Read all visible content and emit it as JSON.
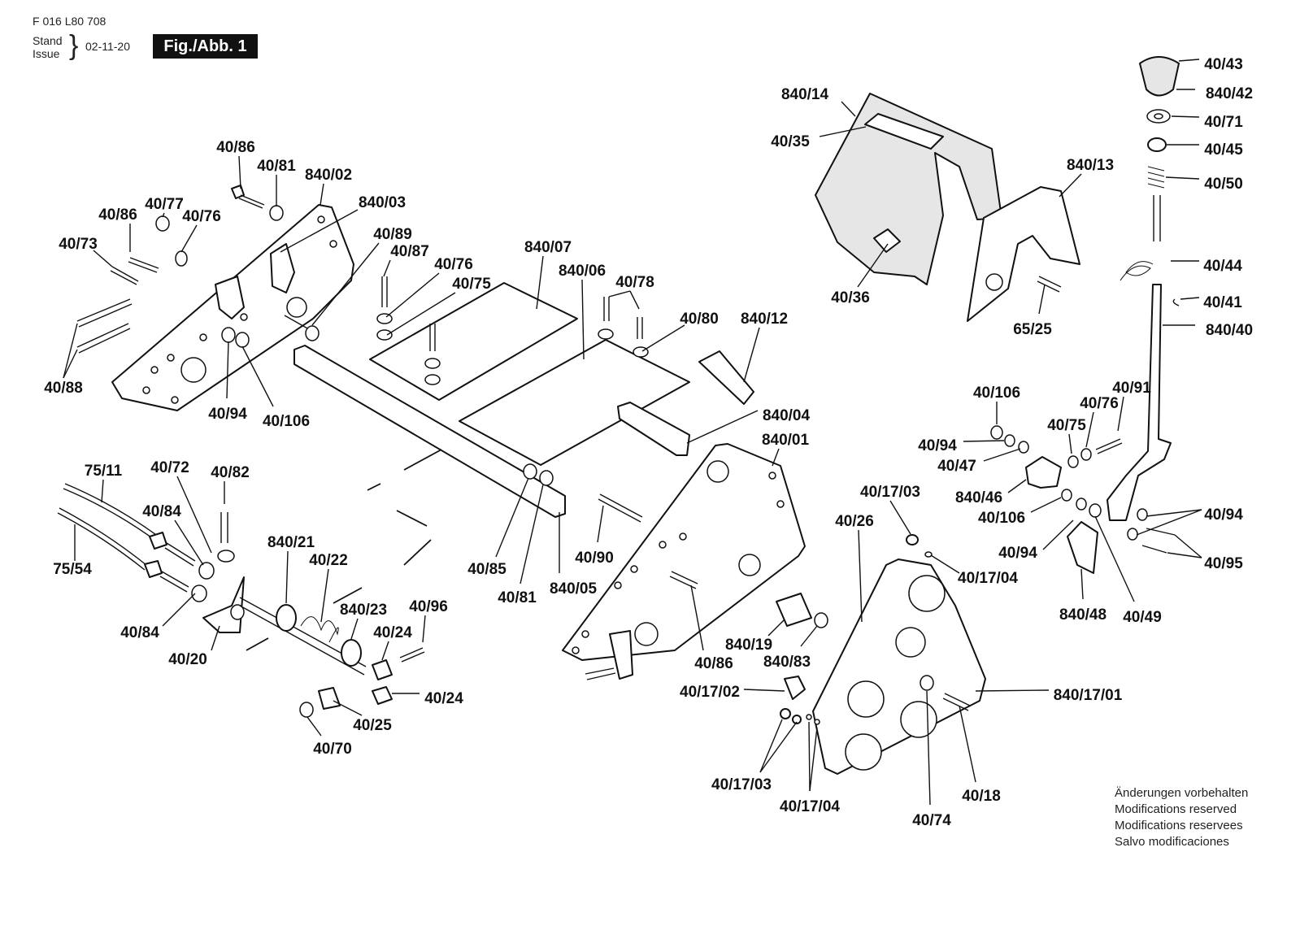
{
  "header": {
    "doc_number": "F 016 L80 708",
    "stand_label": "Stand",
    "issue_label": "Issue",
    "brace": "}",
    "issue_date": "02-11-20",
    "figure_label": "Fig./Abb. 1"
  },
  "notice": [
    "Änderungen vorbehalten",
    "Modifications reserved",
    "Modifications reservees",
    "Salvo modificaciones"
  ],
  "callouts": [
    "40/86",
    "40/81",
    "840/02",
    "40/77",
    "40/86",
    "40/76",
    "840/03",
    "40/73",
    "40/89",
    "40/87",
    "40/88",
    "40/94",
    "40/106",
    "840/07",
    "40/76",
    "840/06",
    "40/75",
    "40/78",
    "40/80",
    "840/12",
    "840/14",
    "40/35",
    "40/36",
    "840/13",
    "65/25",
    "40/43",
    "840/42",
    "40/71",
    "40/45",
    "40/50",
    "40/44",
    "40/41",
    "840/40",
    "40/106",
    "40/91",
    "40/76",
    "40/75",
    "40/94",
    "40/47",
    "840/46",
    "40/106",
    "40/94",
    "840/48",
    "40/49",
    "40/94",
    "40/95",
    "840/04",
    "840/01",
    "40/17/03",
    "40/26",
    "40/17/04",
    "75/11",
    "40/72",
    "40/82",
    "40/84",
    "75/54",
    "840/21",
    "40/22",
    "840/23",
    "40/96",
    "40/24",
    "40/84",
    "40/20",
    "40/24",
    "40/25",
    "40/70",
    "40/85",
    "40/81",
    "840/05",
    "40/90",
    "840/19",
    "840/83",
    "40/86",
    "40/17/02",
    "840/17/01",
    "40/17/03",
    "40/17/04",
    "40/74",
    "40/18"
  ]
}
